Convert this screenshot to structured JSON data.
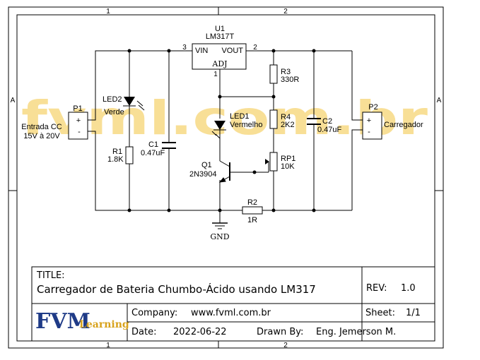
{
  "frame": {
    "col_top": [
      "1",
      "2"
    ],
    "col_bottom": [
      "1",
      "2"
    ],
    "row_left": "A",
    "row_right": "A"
  },
  "watermark": "fvml.com.br",
  "components": {
    "u1": {
      "ref": "U1",
      "value": "LM317T",
      "pin_in": "VIN",
      "pin_out": "VOUT",
      "pin_adj": "ADJ",
      "pin3": "3",
      "pin2": "2",
      "pin1": "1"
    },
    "p1": {
      "ref": "P1",
      "plus": "+",
      "minus": "-",
      "label_line1": "Entrada CC",
      "label_line2": "15V à 20V"
    },
    "p2": {
      "ref": "P2",
      "plus": "+",
      "minus": "-",
      "label": "Carregador"
    },
    "led2": {
      "ref": "LED2",
      "value": "Verde"
    },
    "led1": {
      "ref": "LED1",
      "value": "Vermelho"
    },
    "r1": {
      "ref": "R1",
      "value": "1.8K"
    },
    "r2": {
      "ref": "R2",
      "value": "1R"
    },
    "r3": {
      "ref": "R3",
      "value": "330R"
    },
    "r4": {
      "ref": "R4",
      "value": "2K2"
    },
    "rp1": {
      "ref": "RP1",
      "value": "10K"
    },
    "c1": {
      "ref": "C1",
      "value": "0.47uF"
    },
    "c2": {
      "ref": "C2",
      "value": "0.47uF"
    },
    "q1": {
      "ref": "Q1",
      "value": "2N3904"
    },
    "gnd": {
      "label": "GND"
    }
  },
  "title_block": {
    "title_label": "TITLE:",
    "title": "Carregador de Bateria Chumbo-Ácido usando LM317",
    "rev_label": "REV:",
    "rev": "1.0",
    "logo_main": "FVM",
    "logo_sub": "Learning",
    "company_label": "Company:",
    "company": "www.fvml.com.br",
    "sheet_label": "Sheet:",
    "sheet": "1/1",
    "date_label": "Date:",
    "date": "2022-06-22",
    "drawn_label": "Drawn By:",
    "drawn_by": "Eng. Jemerson M."
  }
}
